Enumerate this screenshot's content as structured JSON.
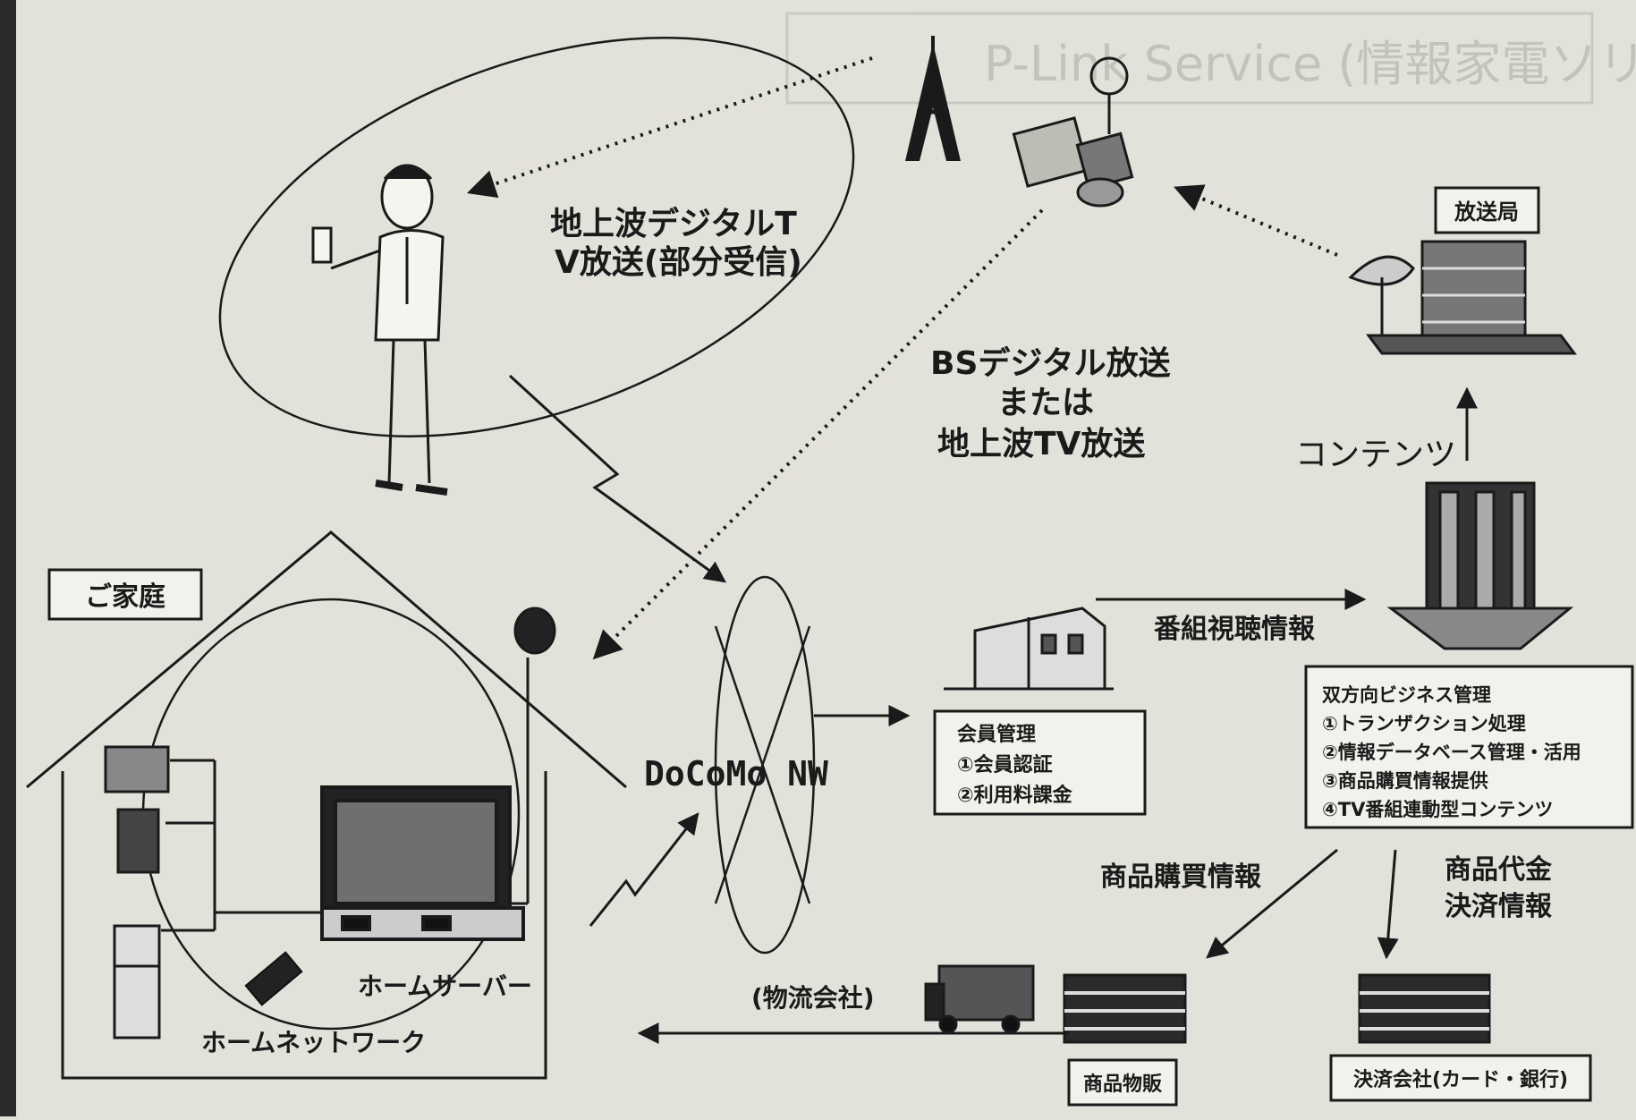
{
  "header": {
    "text": "P-Link  Service (情報家電ソリューション)"
  },
  "labels": {
    "terrestrial_partial": [
      "地上波デジタルT",
      "V放送(部分受信)"
    ],
    "bs_or_terrestrial": [
      "BSデジタル放送",
      "または",
      "地上波TV放送"
    ],
    "contents": "コンテンツ",
    "viewing_info": "番組視聴情報",
    "purchase_info": "商品購買情報",
    "payment_info": [
      "商品代金",
      "決済情報"
    ],
    "logistics": "(物流会社)",
    "docomo_nw": "DoCoMo NW",
    "home_server": "ホームサーバー",
    "home_network": "ホームネットワーク"
  },
  "boxes": {
    "home": "ご家庭",
    "broadcaster": "放送局",
    "member_mgmt": [
      "会員管理",
      "①会員認証",
      "②利用料課金"
    ],
    "biz_mgmt": [
      "双方向ビジネス管理",
      "①トランザクション処理",
      "②情報データベース管理・活用",
      "③商品購買情報提供",
      "④TV番組連動型コンテンツ"
    ],
    "goods_sales": "商品物販",
    "payment_co": "決済会社(カード・銀行)"
  }
}
